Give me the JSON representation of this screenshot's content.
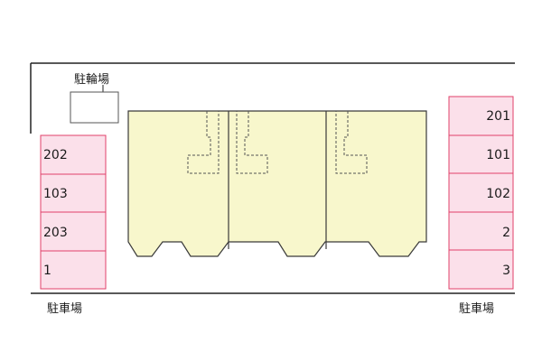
{
  "colors": {
    "building_fill": "#f8f7cc",
    "building_stroke": "#3a3a3a",
    "parking_fill": "#fbe0ea",
    "parking_stroke": "#e0406a",
    "boundary": "#222222"
  },
  "bike_parking": {
    "label": "駐輪場"
  },
  "parking_left": {
    "label": "駐車場",
    "spaces": [
      "202",
      "103",
      "203",
      "1"
    ]
  },
  "parking_right": {
    "label": "駐車場",
    "spaces": [
      "201",
      "101",
      "102",
      "2",
      "3"
    ]
  },
  "building": {
    "units": 3
  }
}
